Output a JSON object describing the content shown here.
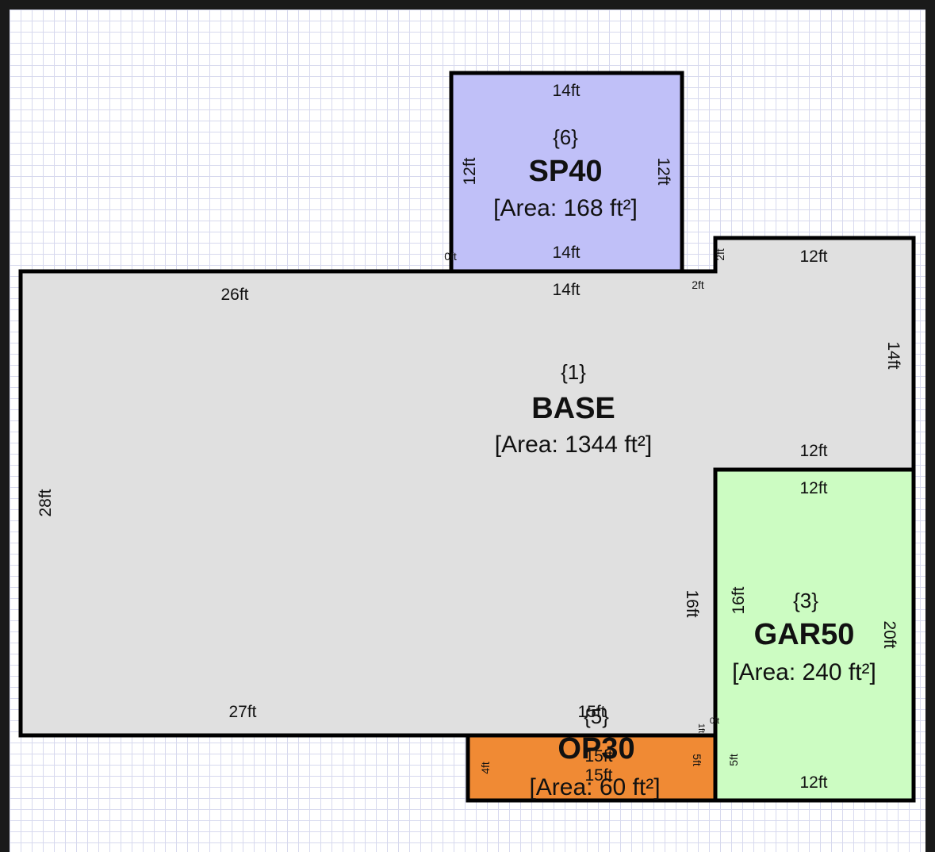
{
  "colors": {
    "base": "#e0e0e0",
    "sp": "#c0c0f8",
    "gar": "#ccfcc2",
    "op": "#f08a34",
    "outline": "#000000",
    "grid": "#d7d9ee"
  },
  "areas": {
    "base": {
      "code": "{1}",
      "name": "BASE",
      "area": "[Area: 1344 ft²]"
    },
    "sp": {
      "code": "{6}",
      "name": "SP40",
      "area": "[Area: 168 ft²]"
    },
    "gar": {
      "code": "{3}",
      "name": "GAR50",
      "area": "[Area: 240 ft²]"
    },
    "op": {
      "code": "{5}",
      "name": "OP30",
      "area": "[Area: 60 ft²]"
    }
  },
  "dims": {
    "sp_top": "14ft",
    "sp_bottom": "14ft",
    "sp_left": "12ft",
    "sp_right": "12ft",
    "sp_zero": "0ft",
    "base_top": "26ft",
    "base_top_mid": "14ft",
    "base_left": "28ft",
    "base_bottom": "27ft",
    "base_bottom_mid": "15ft",
    "base_right_inner": "16ft",
    "base_step_h": "2ft",
    "base_step_v": "2ft",
    "base_right_top": "12ft",
    "base_right": "14ft",
    "base_right_bottom": "12ft",
    "base_corner_a": "1ft",
    "base_corner_b": "0ft",
    "gar_top": "12ft",
    "gar_left": "16ft",
    "gar_right": "20ft",
    "gar_bottom": "12ft",
    "gar_left_low": "5ft",
    "op_top": "15ft",
    "op_bottom": "15ft",
    "op_left": "4ft",
    "op_right": "5ft"
  }
}
